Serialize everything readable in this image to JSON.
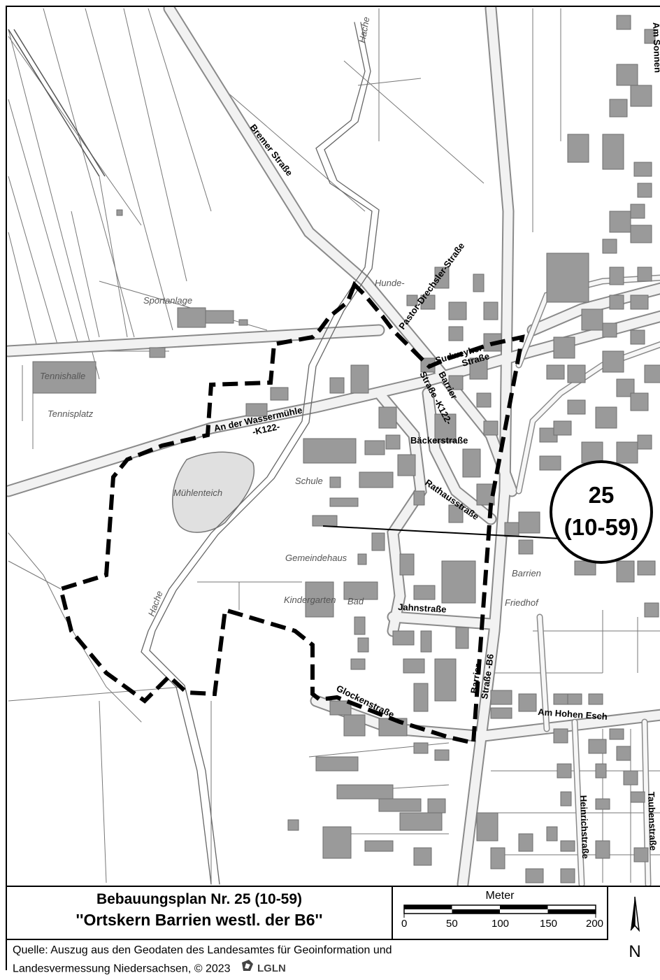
{
  "map": {
    "streets": [
      "Bremer Straße",
      "Pastor-Drechsler-Straße",
      "Sudweyher",
      "Straße",
      "Barrier",
      "Straße -K122-",
      "An der Wassermühle",
      "-K122-",
      "Bäckerstraße",
      "Rathausstraße",
      "Jahnstraße",
      "Barrier",
      "Straße -B6",
      "Glockenstraße",
      "Am Hohen Esch",
      "Heinrichstraße",
      "Taubenstraße",
      "Am Sonnen"
    ],
    "places": [
      "Sportanlage",
      "Tennishalle",
      "Tennisplatz",
      "Mühlenteich",
      "Schule",
      "Gemeindehaus",
      "Kindergarten",
      "Bad",
      "Barrien",
      "Friedhof",
      "Hunde-"
    ],
    "waterways": [
      "Hache",
      "Hache"
    ],
    "plan_label": {
      "number": "25",
      "code": "(10-59)"
    }
  },
  "legend": {
    "title_line1": "Bebauungsplan Nr. 25 (10-59)",
    "title_line2": "''Ortskern Barrien westl. der B6''",
    "scale_unit": "Meter",
    "scale_ticks": [
      "0",
      "50",
      "100",
      "150",
      "200"
    ],
    "source_line1": "Quelle: Auszug aus den Geodaten des Landesamtes für Geoinformation und",
    "source_line2": "Landesvermessung Niedersachsen,  © 2023",
    "logo_text": "LGLN",
    "north_letter": "N"
  },
  "colors": {
    "building": "#9a9a9a",
    "building_outline": "#6e6e6e",
    "road_fill": "#f2f2f2",
    "road_outline": "#8a8a8a",
    "water": "#e0e0e0",
    "boundary": "#000000"
  }
}
